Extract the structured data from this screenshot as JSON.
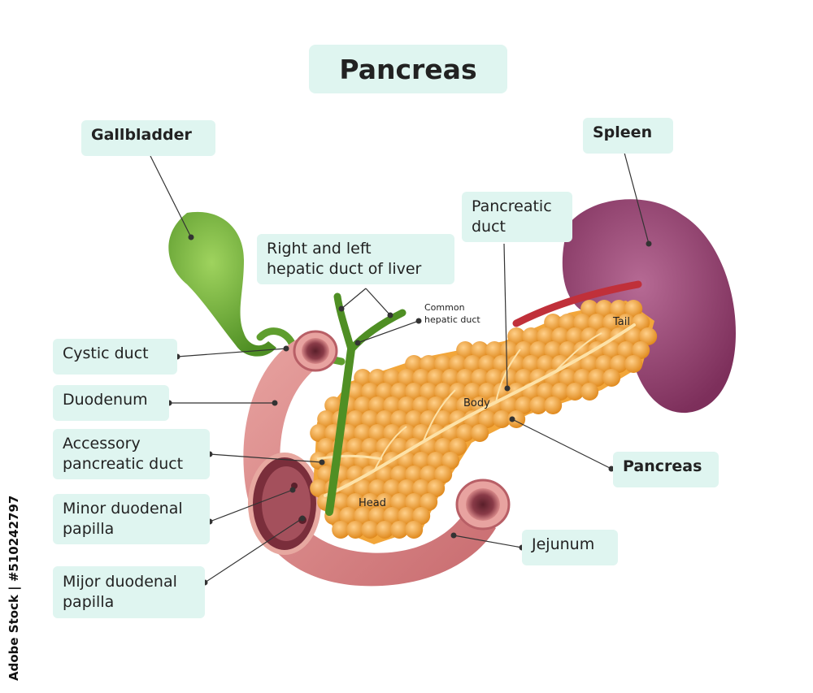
{
  "title": "Pancreas",
  "labels": {
    "gallbladder": "Gallbladder",
    "spleen": "Spleen",
    "pancreatic_duct": "Pancreatic\nduct",
    "hepatic_duct": "Right and left\nhepatic duct of liver",
    "common_hepatic_duct": "Common\nhepatic duct",
    "cystic_duct": "Cystic duct",
    "duodenum": "Duodenum",
    "accessory_duct": "Accessory\npancreatic duct",
    "minor_papilla": "Minor duodenal\npapilla",
    "major_papilla": "Mijor duodenal\npapilla",
    "pancreas": "Pancreas",
    "jejunum": "Jejunum",
    "tail": "Tail",
    "body": "Body",
    "head": "Head"
  },
  "stock_id": "Adobe Stock | #510242797",
  "colors": {
    "label_bg": "#dff5f0",
    "gallbladder": "#6fb03a",
    "spleen": "#9e4a78",
    "pancreas": "#f2a63a",
    "duodenum": "#d98080",
    "leader": "#333333"
  }
}
